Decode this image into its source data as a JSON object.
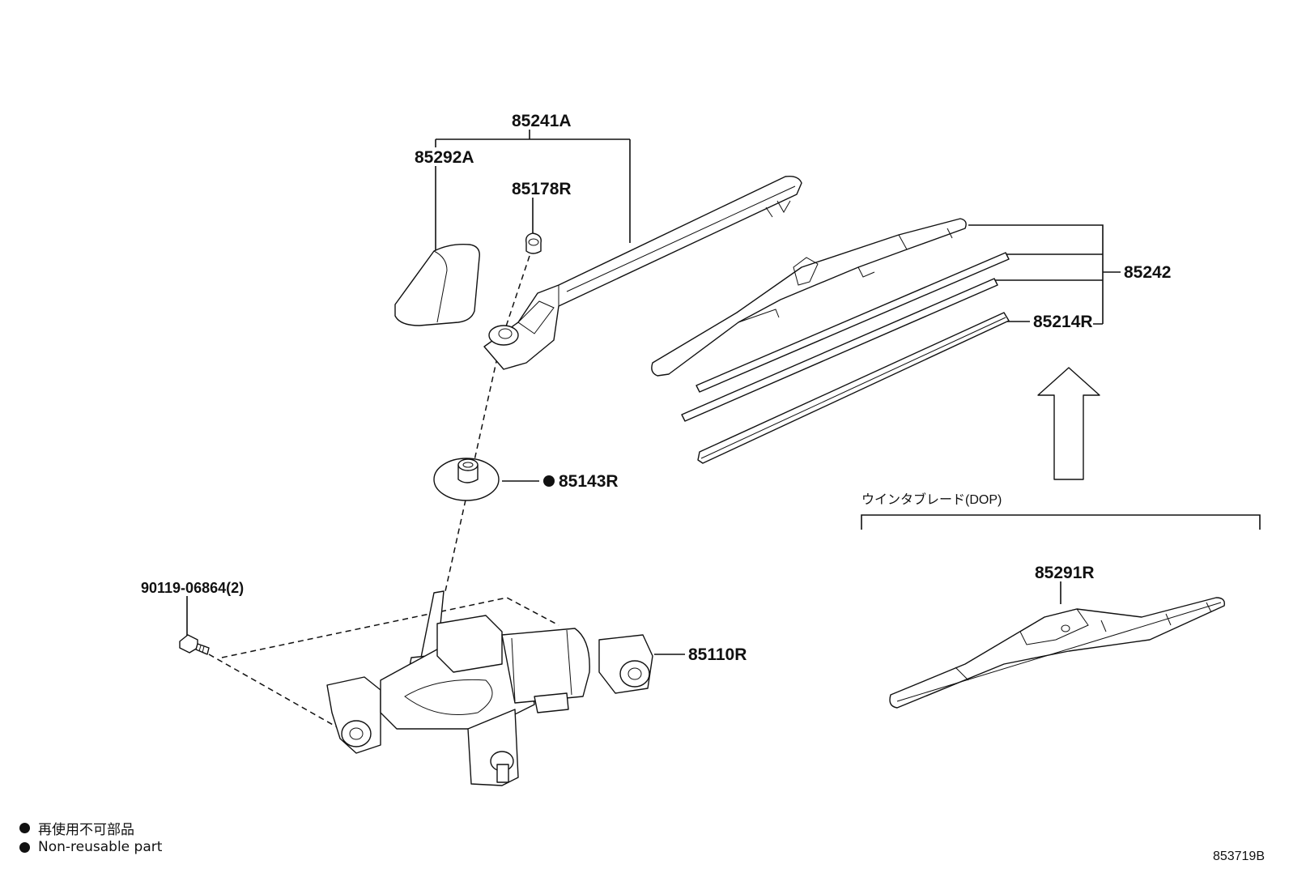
{
  "labels": {
    "arm_assembly": "85241A",
    "cap": "85292A",
    "nut": "85178R",
    "blade_assembly": "85242",
    "blade_rubber": "85214R",
    "cover": "85143R",
    "bolt": "90119-06864(2)",
    "motor": "85110R",
    "winter_blade": "85291R"
  },
  "winter_section_title": "ウインタブレード(DOP)",
  "legend": {
    "symbol": "filled-circle",
    "line1": "再使用不可部品",
    "line2": "Non-reusable part"
  },
  "reference_code": "853719B",
  "non_reusable_marker": "filled-circle",
  "arrow_icon": "up-arrow-icon"
}
